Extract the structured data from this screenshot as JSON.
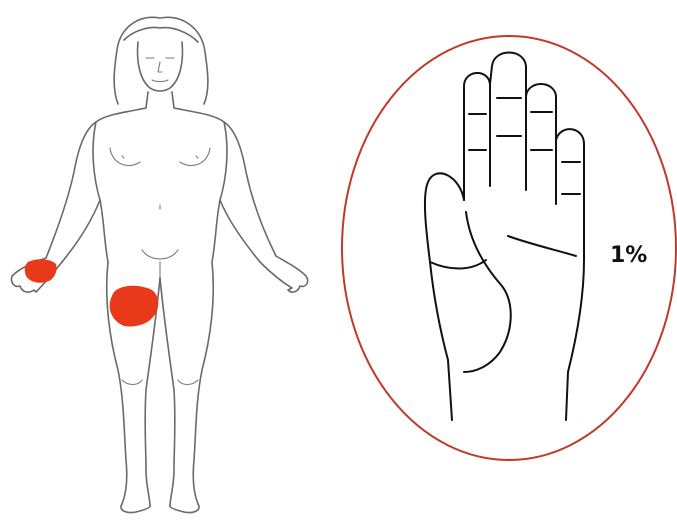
{
  "palm_area_label": "1%",
  "colors": {
    "burn_area": "#e8391a",
    "figure_outline": "#6a6a6a",
    "ellipse_outline": "#c0392b",
    "hand_outline": "#111111",
    "background": "#ffffff"
  },
  "icons": {
    "figure": "female-body-figure",
    "hand": "open-palm-hand"
  }
}
